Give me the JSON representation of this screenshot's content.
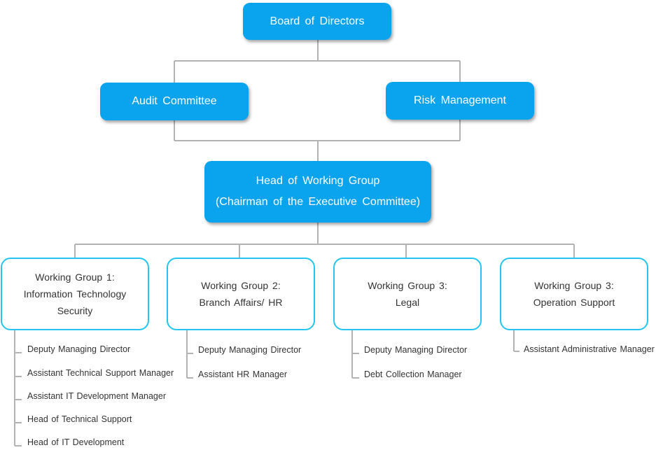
{
  "board": {
    "label": "Board of Directors"
  },
  "audit": {
    "label": "Audit Committee"
  },
  "risk": {
    "label": "Risk Management"
  },
  "head": {
    "line1": "Head of Working Group",
    "line2": "(Chairman of the Executive Committee)"
  },
  "groups": [
    {
      "lines": [
        "Working Group 1:",
        "Information Technology",
        "Security"
      ],
      "items": [
        "Deputy Managing Director",
        "Assistant Technical Support Manager",
        "Assistant IT Development Manager",
        "Head of Technical Support",
        "Head of IT Development"
      ]
    },
    {
      "lines": [
        "Working Group 2:",
        "Branch Affairs/ HR"
      ],
      "items": [
        "Deputy Managing Director",
        "Assistant HR Manager"
      ]
    },
    {
      "lines": [
        "Working Group 3:",
        "Legal"
      ],
      "items": [
        "Deputy Managing Director",
        "Debt Collection Manager"
      ]
    },
    {
      "lines": [
        "Working Group 3:",
        "Operation Support"
      ],
      "items": [
        "Assistant Administrative Manager"
      ]
    }
  ],
  "colors": {
    "primary": "#0aa3ee",
    "outline": "#22c6ee",
    "connector": "#b3b3b3"
  }
}
